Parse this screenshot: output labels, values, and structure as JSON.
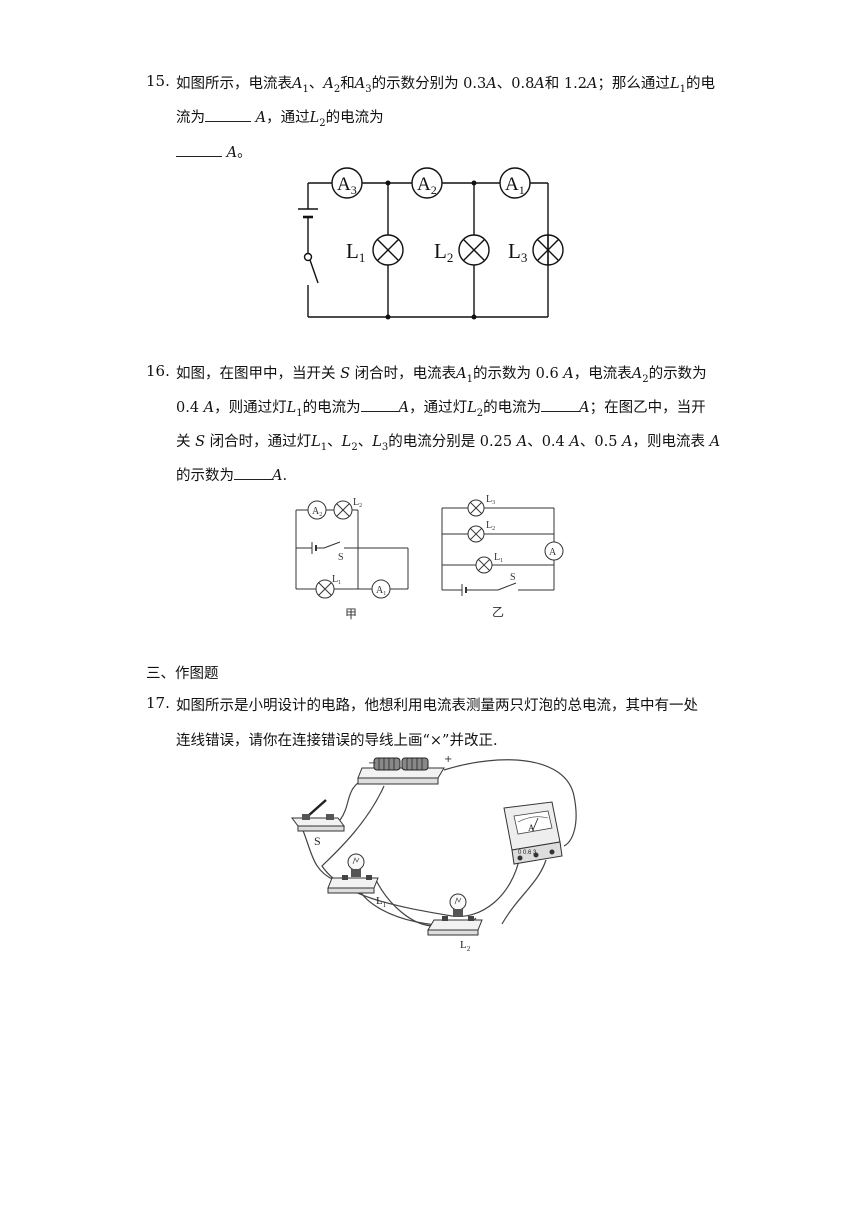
{
  "q15": {
    "number": "15.",
    "l1_a": "如图所示，电流表",
    "A1": "A",
    "A1_sub": "1",
    "sep1": "、",
    "A2": "A",
    "A2_sub": "2",
    "and": "和",
    "A3": "A",
    "A3_sub": "3",
    "l1_b": "的示数分别为 0.3",
    "u1": "A",
    "sep2": "、0.8",
    "u2": "A",
    "sep3": "和 1.2",
    "u3": "A",
    "l1_c": "；那么通过",
    "L1": "L",
    "L1_sub": "1",
    "l1_d": "的电",
    "l2_a": "流为",
    "l2_unit": "A",
    "l2_b": "，通过",
    "L2": "L",
    "L2_sub": "2",
    "l2_c": "的电流为",
    "l3_unit": "A",
    "l3_end": "。",
    "fig": {
      "A3": "A",
      "A3_sub": "3",
      "A2": "A",
      "A2_sub": "2",
      "A1": "A",
      "A1_sub": "1",
      "L1": "L",
      "L1_sub": "1",
      "L2": "L",
      "L2_sub": "2",
      "L3": "L",
      "L3_sub": "3"
    }
  },
  "q16": {
    "number": "16.",
    "l1_a": "如图，在图甲中，当开关 ",
    "S": "S",
    "l1_b": " 闭合时，电流表",
    "A1": "A",
    "A1_sub": "1",
    "l1_c": "的示数为 0.6 ",
    "u1": "A",
    "l1_d": "，电流表",
    "A2": "A",
    "A2_sub": "2",
    "l1_e": "的示数为",
    "l2_a": "0.4 ",
    "u2": "A",
    "l2_b": "，则通过灯",
    "L1": "L",
    "L1_sub": "1",
    "l2_c": "的电流为",
    "u3": "A",
    "l2_d": "，通过灯",
    "L2": "L",
    "L2_sub": "2",
    "l2_e": "的电流为",
    "u4": "A",
    "l2_f": "；在图乙中，当开",
    "l3_a": "关 ",
    "S2": "S",
    "l3_b": " 闭合时，通过灯",
    "L1b": "L",
    "L1b_sub": "1",
    "l3_sep1": "、",
    "L2b": "L",
    "L2b_sub": "2",
    "l3_sep2": "、",
    "L3b": "L",
    "L3b_sub": "3",
    "l3_c": "的电流分别是 0.25 ",
    "u5": "A",
    "l3_d": "、0.4 ",
    "u6": "A",
    "l3_e": "、0.5 ",
    "u7": "A",
    "l3_f": "，则电流表 ",
    "u8": "A",
    "l4_a": "的示数为",
    "u9": "A",
    "l4_end": ".",
    "fig_left": {
      "A2": "A",
      "A2_sub": "2",
      "L2": "L",
      "L2_sub": "2",
      "S": "S",
      "L1": "L",
      "L1_sub": "1",
      "A1": "A",
      "A1_sub": "1",
      "caption": "甲"
    },
    "fig_right": {
      "L3": "L",
      "L3_sub": "3",
      "L2": "L",
      "L2_sub": "2",
      "L1": "L",
      "L1_sub": "1",
      "A": "A",
      "S": "S",
      "caption": "乙"
    }
  },
  "section3": "三、作图题",
  "q17": {
    "number": "17.",
    "l1": "如图所示是小明设计的电路，他想利用电流表测量两只灯泡的总电流，其中有一处",
    "l2": "连线错误，请你在连接错误的导线上画“×”并改正.",
    "fig": {
      "minus": "−",
      "plus": "+",
      "S": "S",
      "A": "A",
      "scale": "0  0.6  3",
      "L1": "L",
      "L1_sub": "1",
      "L2": "L",
      "L2_sub": "2"
    }
  }
}
